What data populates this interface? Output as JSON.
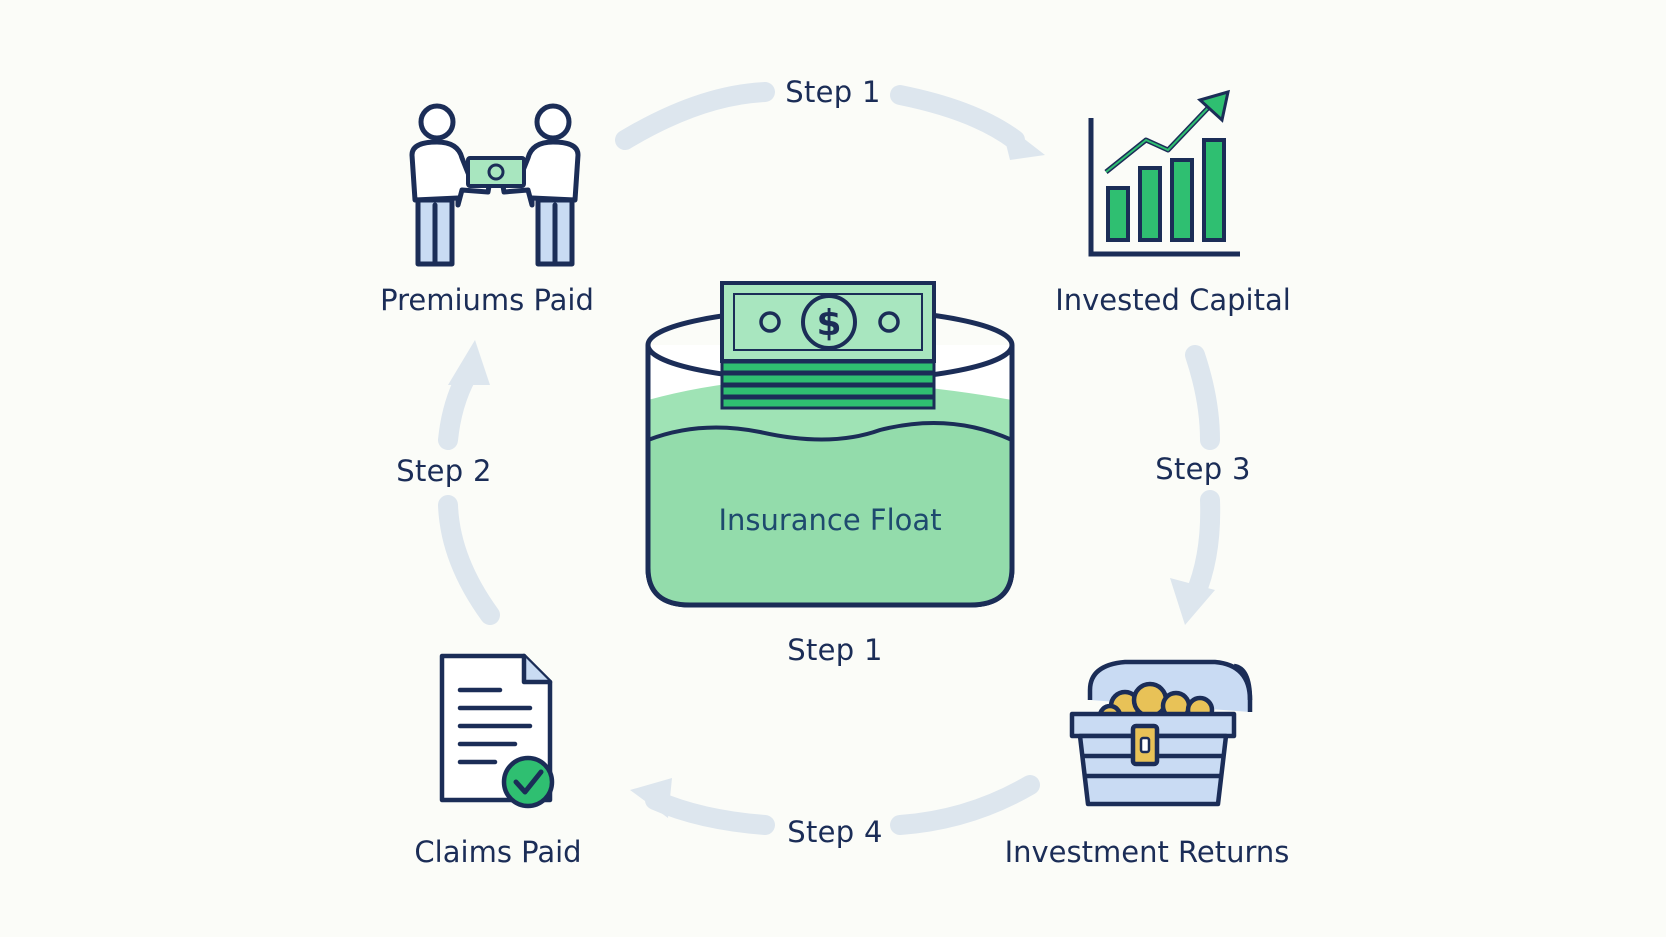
{
  "diagram": {
    "center": {
      "label": "Insurance Float",
      "icon": "money-jar-icon"
    },
    "nodes": [
      {
        "id": "premiums",
        "label": "Premiums Paid",
        "icon": "handshake-money-icon"
      },
      {
        "id": "capital",
        "label": "Invested Capital",
        "icon": "growth-chart-icon"
      },
      {
        "id": "returns",
        "label": "Investment Returns",
        "icon": "treasure-chest-icon"
      },
      {
        "id": "claims",
        "label": "Claims Paid",
        "icon": "approved-document-icon"
      }
    ],
    "steps": {
      "top": "Step 1",
      "right": "Step 3",
      "bottom": "Step 4",
      "left": "Step 2",
      "center_below": "Step 1"
    },
    "colors": {
      "outline": "#1b2d57",
      "green": "#2fbf71",
      "light_green": "#a8e6bf",
      "water": "#9fe3b5",
      "arrow": "#dde6ee",
      "light_blue": "#c9dbf3",
      "gold": "#e8c257"
    }
  }
}
